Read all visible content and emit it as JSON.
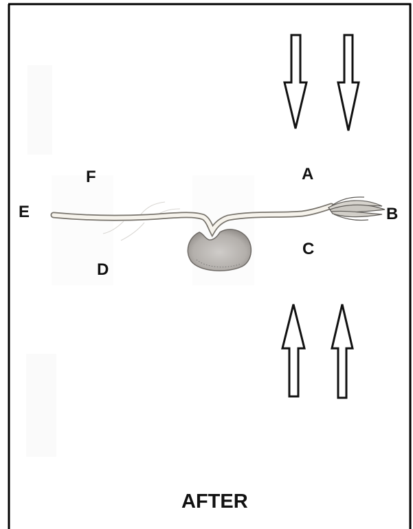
{
  "labels": {
    "a": "A",
    "b": "B",
    "c": "C",
    "d": "D",
    "e": "E",
    "f": "F"
  },
  "caption": "AFTER",
  "colors": {
    "frame": "#000000",
    "arrow_stroke": "#111111",
    "arrow_fill": "#ffffff",
    "stem": "#f4f1ea",
    "stem_outline": "#7a7670",
    "seed": "#b8b4b0",
    "seed_dark": "#8f8b87",
    "leaf": "#cfccc6"
  },
  "icons": {
    "arrows_top": "down-arrow-icon",
    "arrows_bottom": "up-arrow-icon"
  }
}
